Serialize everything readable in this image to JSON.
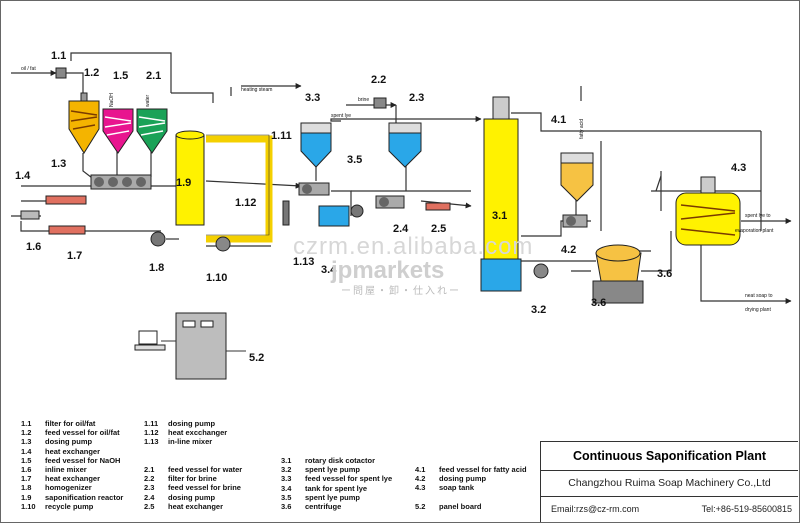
{
  "labels": {
    "oil_fat": "oil / fat",
    "naoh": "NaOH",
    "water": "water",
    "heating_steam": "heating steam",
    "spent_lye": "spent lye",
    "brine": "brine",
    "fatty_acid": "fatty acid",
    "spent_lye_to_evap": "spent lye to",
    "evap_plant": "evaporation plant",
    "neat_soap_to": "neat soap to",
    "drying_plant": "drying plant"
  },
  "numbers": {
    "n1_1": "1.1",
    "n1_2": "1.2",
    "n1_5": "1.5",
    "n2_1": "2.1",
    "n1_3": "1.3",
    "n1_4": "1.4",
    "n1_6": "1.6",
    "n1_7": "1.7",
    "n1_8": "1.8",
    "n1_9": "1.9",
    "n1_10": "1.10",
    "n1_11": "1.11",
    "n1_12": "1.12",
    "n1_13": "1.13",
    "n3_3": "3.3",
    "n2_2": "2.2",
    "n2_3": "2.3",
    "n3_5": "3.5",
    "n2_4": "2.4",
    "n2_5": "2.5",
    "n3_4": "3.4",
    "n3_1": "3.1",
    "n3_2": "3.2",
    "n4_1": "4.1",
    "n4_2": "4.2",
    "n3_6": "3.6",
    "n3_6b": "3.6",
    "n4_3": "4.3",
    "n5_2": "5.2"
  },
  "legend": {
    "col1": [
      {
        "k": "1.1",
        "v": "filter for oil/fat"
      },
      {
        "k": "1.2",
        "v": "feed vessel for oil/fat"
      },
      {
        "k": "1.3",
        "v": "dosing pump"
      },
      {
        "k": "1.4",
        "v": "heat exchanger"
      },
      {
        "k": "1.5",
        "v": "feed vessel for NaOH"
      },
      {
        "k": "1.6",
        "v": "inline mixer"
      },
      {
        "k": "1.7",
        "v": "heat exchanger"
      },
      {
        "k": "1.8",
        "v": "homogenizer"
      },
      {
        "k": "1.9",
        "v": "saponification reactor"
      },
      {
        "k": "1.10",
        "v": "recycle pump"
      }
    ],
    "col2a": [
      {
        "k": "1.11",
        "v": "dosing pump"
      },
      {
        "k": "1.12",
        "v": "heat excchanger"
      },
      {
        "k": "1.13",
        "v": "in-line mixer"
      }
    ],
    "col2b": [
      {
        "k": "2.1",
        "v": "feed vessel for water"
      },
      {
        "k": "2.2",
        "v": "filter for brine"
      },
      {
        "k": "2.3",
        "v": "feed vessel for brine"
      },
      {
        "k": "2.4",
        "v": "dosing pump"
      },
      {
        "k": "2.5",
        "v": "heat exchanger"
      }
    ],
    "col3": [
      {
        "k": "3.1",
        "v": "rotary disk cotactor"
      },
      {
        "k": "3.2",
        "v": "spent lye pump"
      },
      {
        "k": "3.3",
        "v": "feed vessel for spent lye"
      },
      {
        "k": "3.4",
        "v": "tank for spent lye"
      },
      {
        "k": "3.5",
        "v": "spent lye pump"
      },
      {
        "k": "3.6",
        "v": "centrifuge"
      }
    ],
    "col4": [
      {
        "k": "4.1",
        "v": "feed vessel for fatty acid"
      },
      {
        "k": "4.2",
        "v": "dosing pump"
      },
      {
        "k": "4.3",
        "v": "soap tank"
      }
    ],
    "col4b": [
      {
        "k": "5.2",
        "v": "panel board"
      }
    ]
  },
  "titlebox": {
    "title": "Continuous Saponification Plant",
    "company": "Changzhou Ruima Soap Machinery Co.,Ltd",
    "email": "Email:rzs@cz-rm.com",
    "tel": "Tel:+86-519-85600815"
  },
  "watermark": {
    "line1": "czrm.en.alibaba.com",
    "line2": "jpmarkets",
    "line3": "ー問屋・卸・仕入れー"
  },
  "colors": {
    "oil": "#f4b400",
    "naoh": "#e8158f",
    "water": "#1aa257",
    "reactor": "#fff200",
    "brine": "#2aa7e8",
    "fatty_acid": "#f6c243",
    "panel": "#bdbdbd"
  }
}
